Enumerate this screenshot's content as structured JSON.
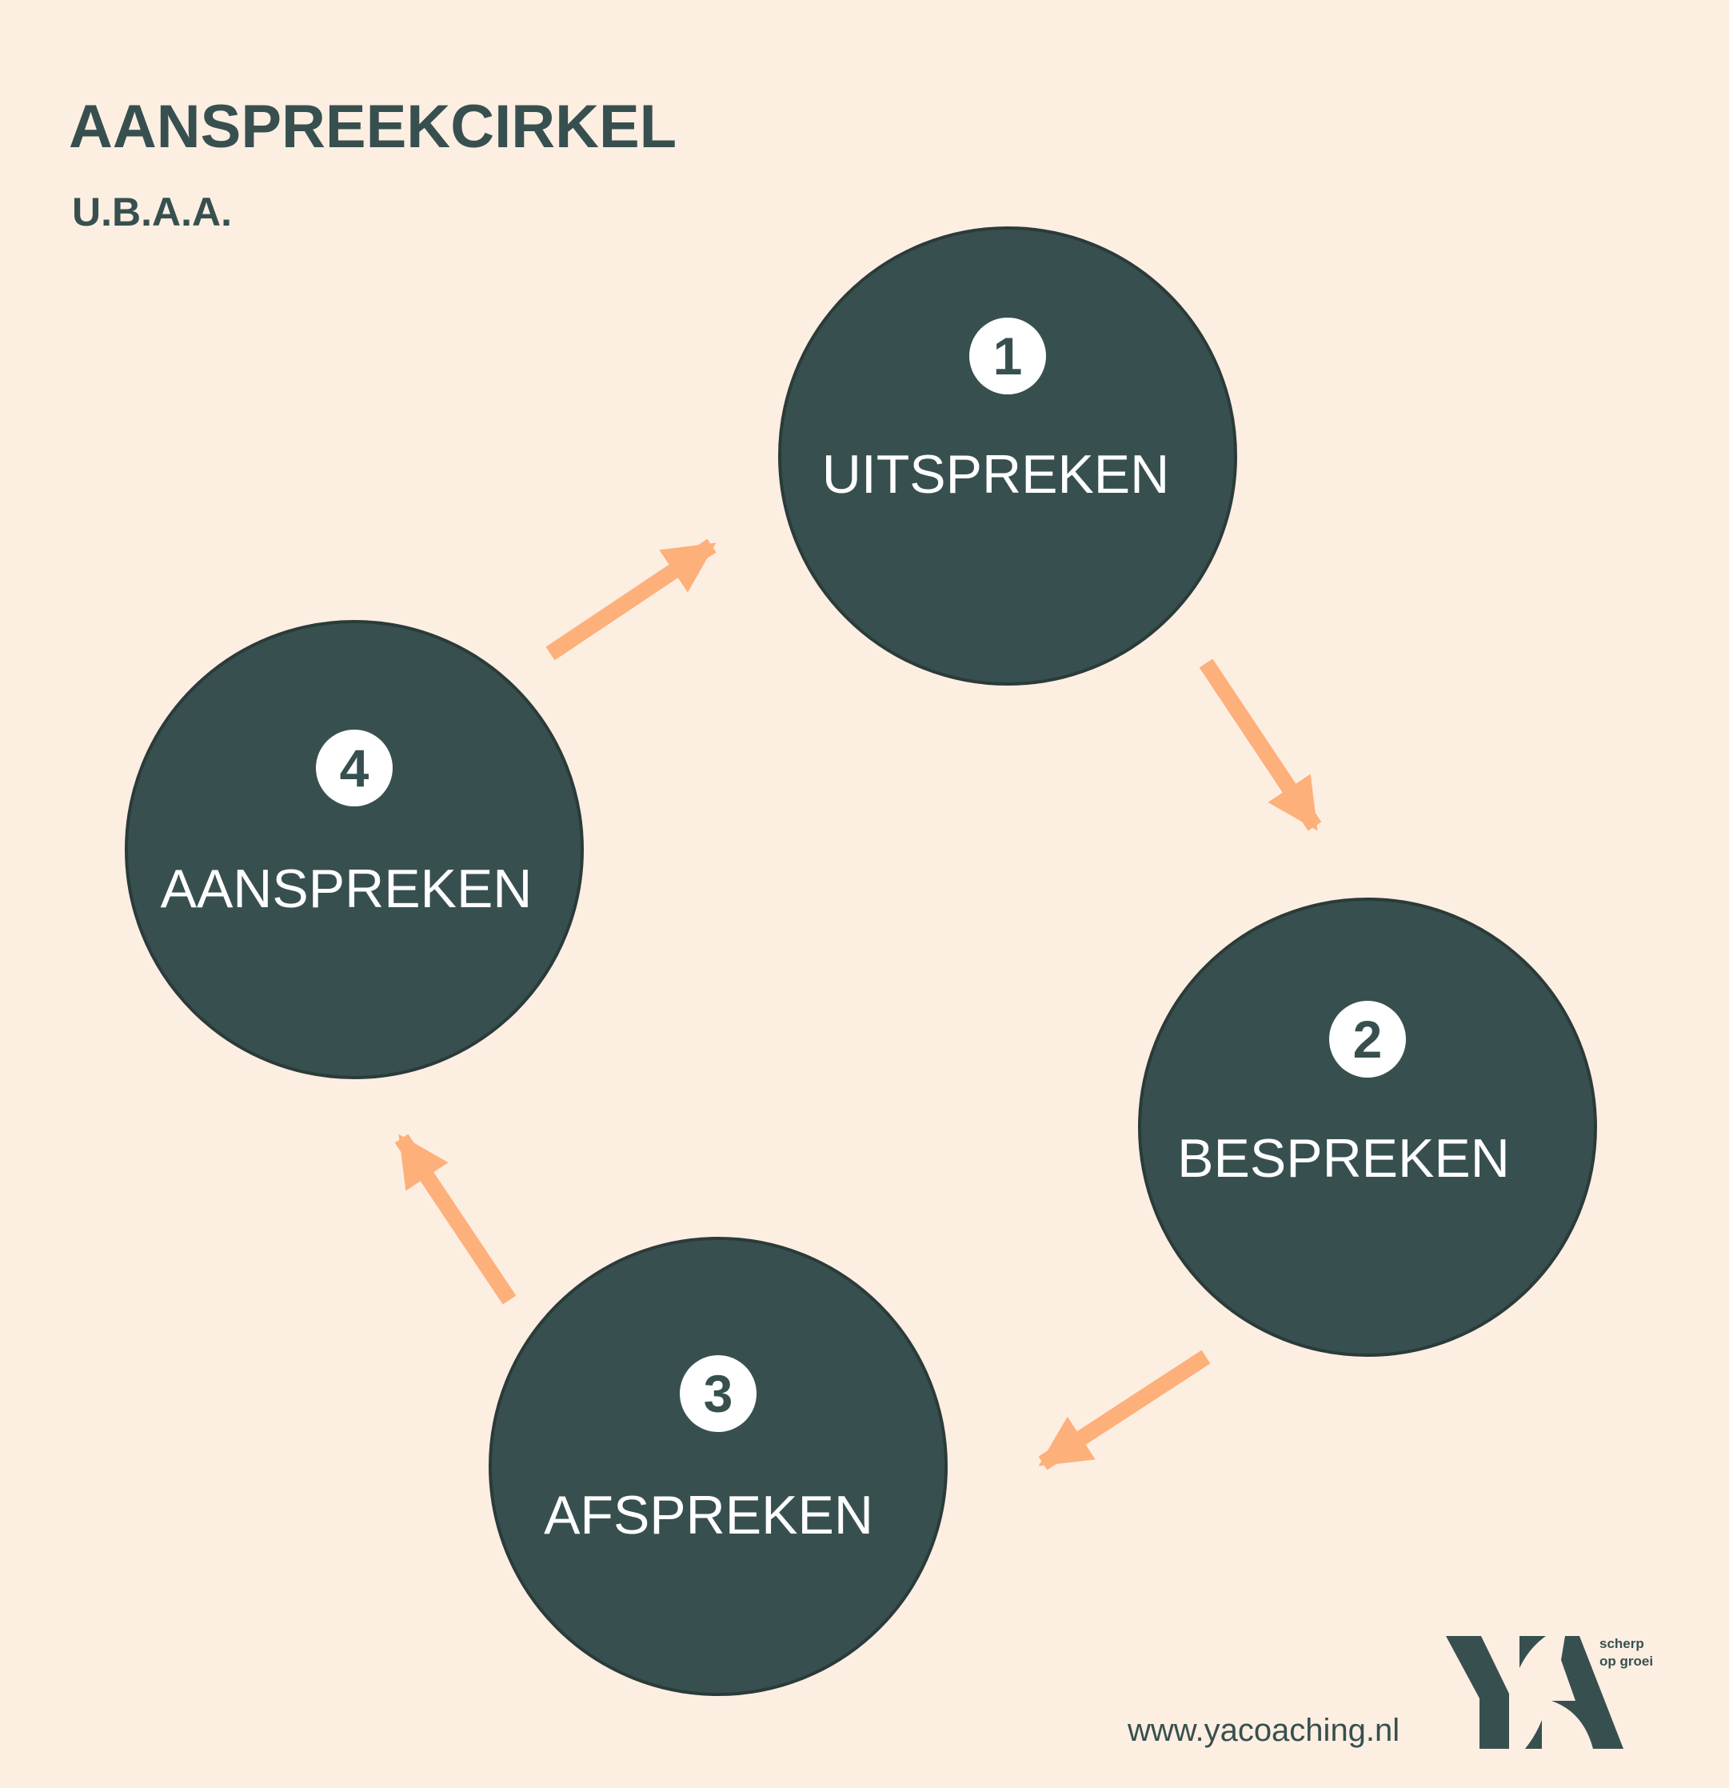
{
  "title": "AANSPREEKCIRKEL",
  "subtitle": "U.B.A.A.",
  "steps": [
    {
      "number": "1",
      "label": "UITSPREKEN"
    },
    {
      "number": "2",
      "label": "BESPREKEN"
    },
    {
      "number": "3",
      "label": "AFSPREKEN"
    },
    {
      "number": "4",
      "label": "AANSPREKEN"
    }
  ],
  "footer": {
    "url": "www.yacoaching.nl",
    "logo_text": "YA",
    "tagline_1": "scherp",
    "tagline_2": "op groei"
  },
  "colors": {
    "background": "#fdeee2",
    "circle": "#37504f",
    "arrow": "#fdb07a"
  }
}
